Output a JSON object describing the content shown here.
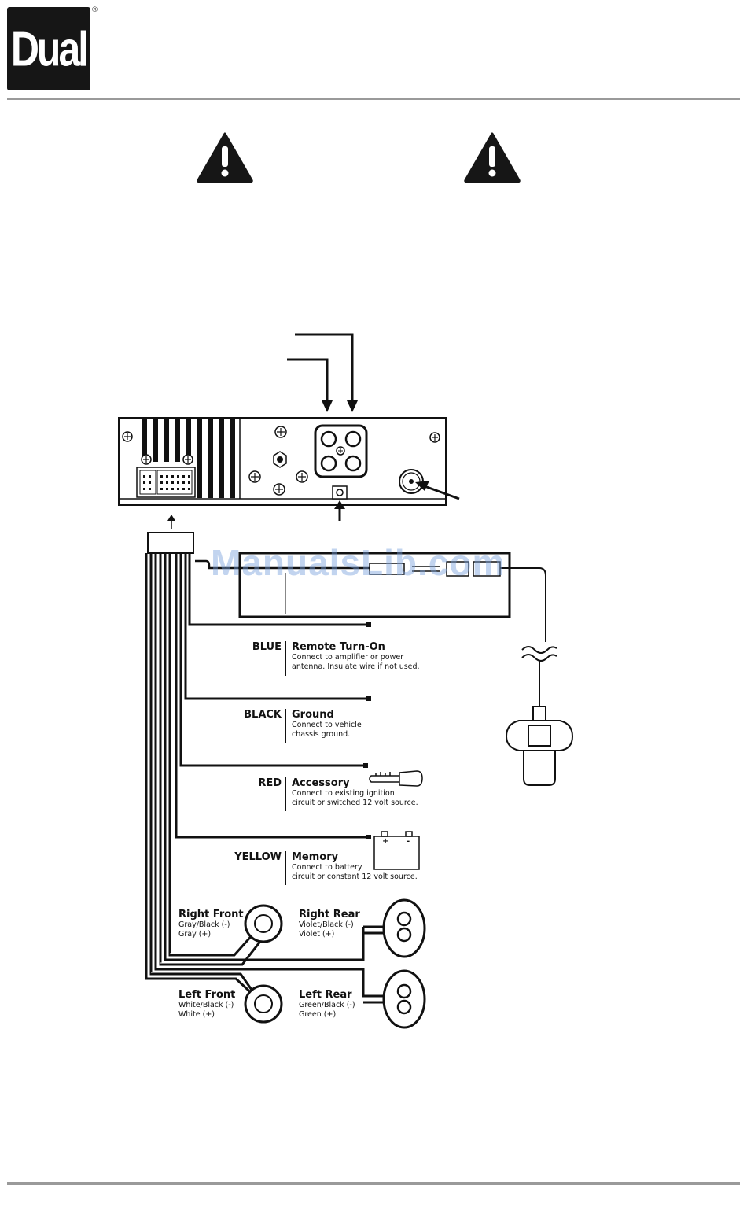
{
  "brand": {
    "logo_text": "Dual",
    "registered_mark": "®"
  },
  "watermark": "ManualsLib.com",
  "wires": [
    {
      "color": "BLUE",
      "function": "Remote Turn-On",
      "desc1": "Connect to amplifier or power",
      "desc2": "antenna. Insulate wire if not used."
    },
    {
      "color": "BLACK",
      "function": "Ground",
      "desc1": "Connect to vehicle",
      "desc2": "chassis ground."
    },
    {
      "color": "RED",
      "function": "Accessory",
      "desc1": "Connect to existing ignition",
      "desc2": "circuit or switched 12 volt source."
    },
    {
      "color": "YELLOW",
      "function": "Memory",
      "desc1": "Connect to battery",
      "desc2": "circuit or constant 12 volt source."
    }
  ],
  "speakers": [
    {
      "name": "Right Front",
      "neg": "Gray/Black (-)",
      "pos": "Gray (+)"
    },
    {
      "name": "Right Rear",
      "neg": "Violet/Black (-)",
      "pos": "Violet (+)"
    },
    {
      "name": "Left Front",
      "neg": "White/Black (-)",
      "pos": "White (+)"
    },
    {
      "name": "Left Rear",
      "neg": "Green/Black (-)",
      "pos": "Green (+)"
    }
  ],
  "battery": {
    "plus": "+",
    "minus": "-"
  }
}
